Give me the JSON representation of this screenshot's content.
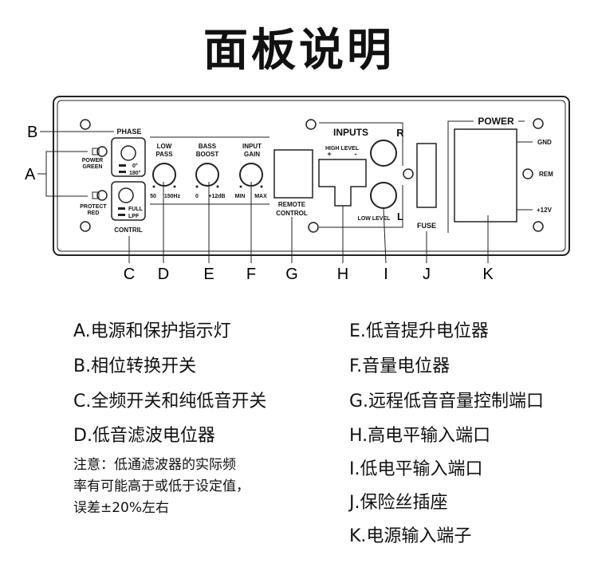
{
  "title": "面板说明",
  "panel": {
    "phase": "PHASE",
    "phase_0": "0°",
    "phase_180": "180°",
    "power_green": [
      "POWER",
      "GREEN"
    ],
    "protect_red": [
      "PROTECT",
      "RED"
    ],
    "full": "FULL",
    "lpf": "LPF",
    "contril": "CONTRIL",
    "low_pass": [
      "LOW",
      "PASS"
    ],
    "low_pass_min": "50",
    "low_pass_max": "150Hz",
    "bass_boost": [
      "BASS",
      "BOOST"
    ],
    "bass_min": "0",
    "bass_max": "+12dB",
    "input_gain": [
      "INPUT",
      "GAIN"
    ],
    "gain_min": "MIN",
    "gain_max": "MAX",
    "remote_control": [
      "REMOTE",
      "CONTROL"
    ],
    "inputs": "INPUTS",
    "r": "R",
    "l": "L",
    "high_level": "HIGH LEVEL",
    "plus": "+",
    "minus": "-",
    "low_level": "LOW LEVEL",
    "fuse": "FUSE",
    "power": "POWER",
    "gnd": "GND",
    "rem": "REM",
    "plus12": "+12V"
  },
  "callouts": [
    "A",
    "B",
    "C",
    "D",
    "E",
    "F",
    "G",
    "H",
    "I",
    "J",
    "K"
  ],
  "legend_left": [
    "A.电源和保护指示灯",
    "B.相位转换开关",
    "C.全频开关和纯低音开关",
    "D.低音滤波电位器"
  ],
  "note": [
    "注意：低通滤波器的实际频",
    "率有可能高于或低于设定值，",
    "误差±20%左右"
  ],
  "legend_right": [
    "E.低音提升电位器",
    "F.音量电位器",
    "G.远程低音音量控制端口",
    "H.高电平输入端口",
    "I.低电平输入端口",
    "J.保险丝插座",
    "K.电源输入端子"
  ]
}
